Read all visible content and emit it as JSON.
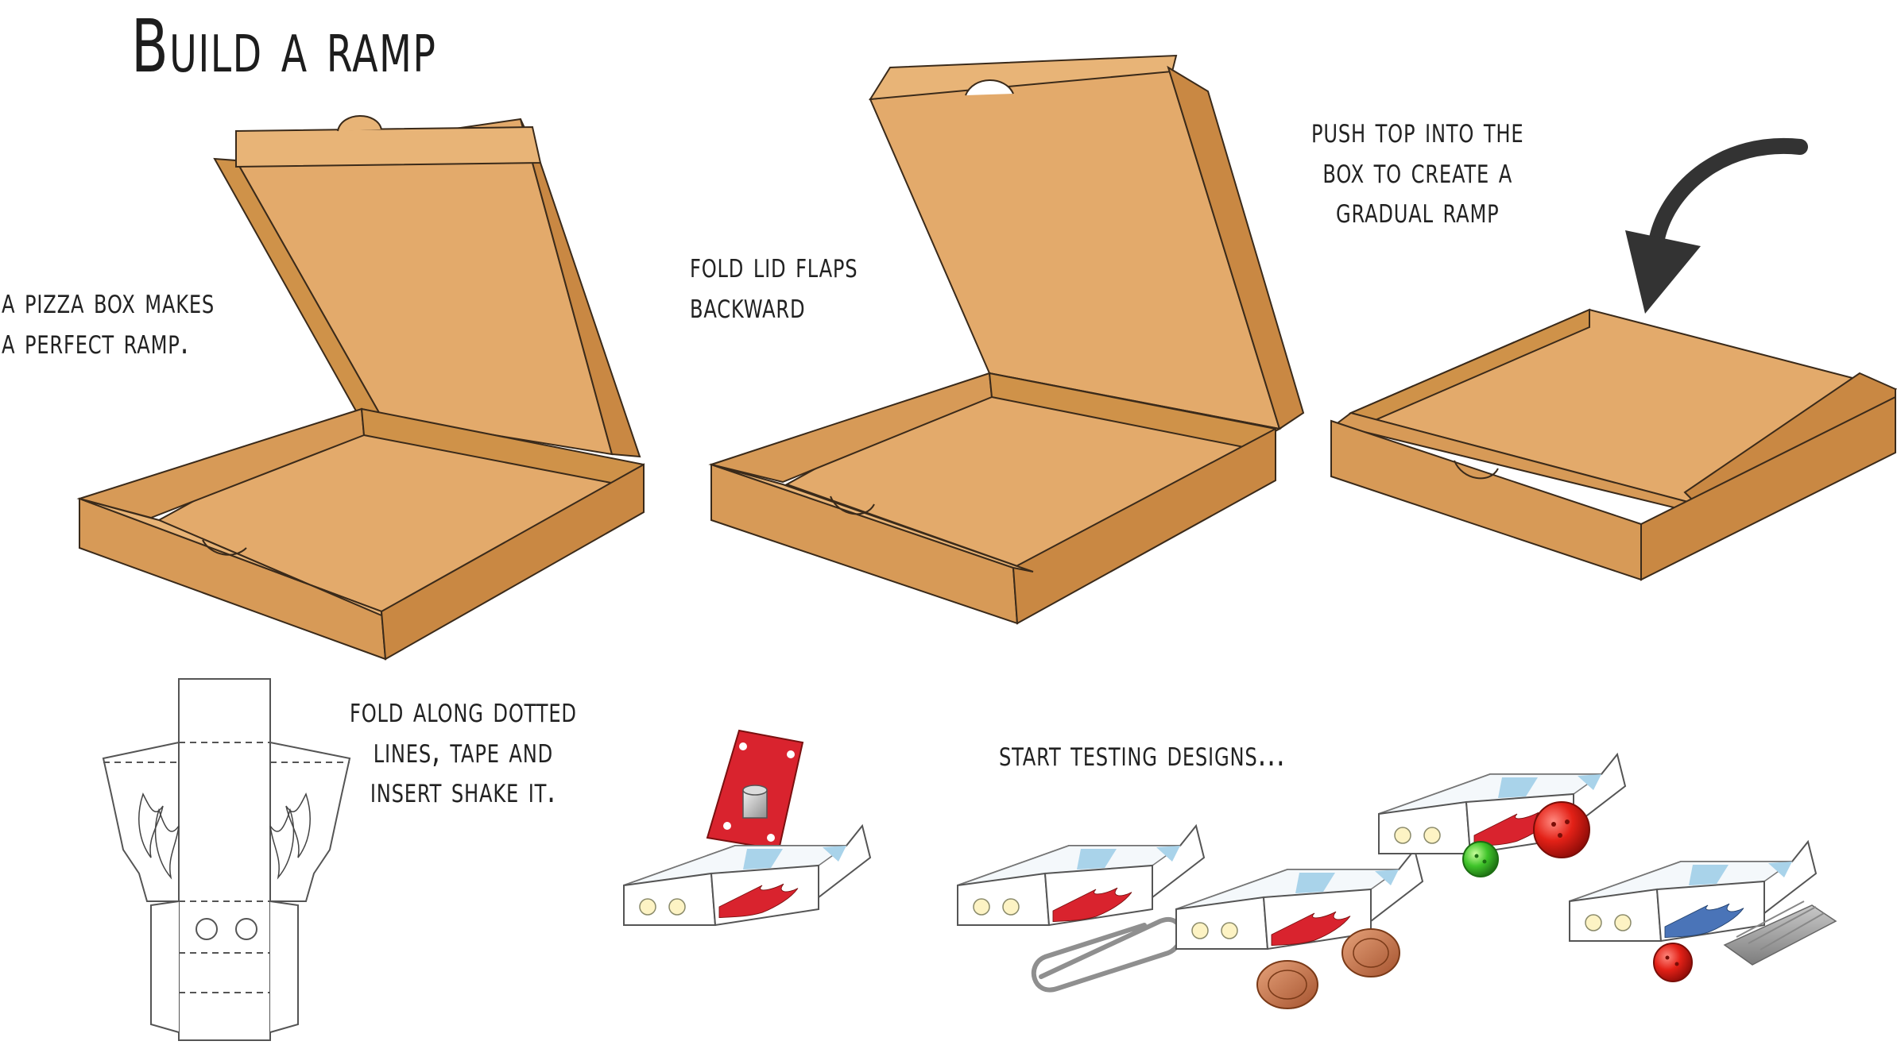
{
  "title": "Build a ramp",
  "captions": {
    "step1": [
      "A pizza box makes",
      "a perfect ramp."
    ],
    "step2": [
      "Fold lid flaps",
      "backward"
    ],
    "step3": [
      "Push top into the",
      "box to create a",
      "gradual ramp"
    ],
    "step4": [
      "Fold along dotted",
      "lines, tape and",
      "insert shake it."
    ],
    "step5": [
      "Start testing designs..."
    ]
  },
  "colors": {
    "cardboard_light": "#e3aa6b",
    "cardboard_mid": "#d79a57",
    "cardboard_dark": "#c98843",
    "outline": "#3a2a1a",
    "flame_red": "#d9232e",
    "flame_blue": "#4a74b8",
    "window_blue": "#a9d3ea",
    "wheel_yellow": "#fdf3c4",
    "arrow": "#333333"
  },
  "icons": {
    "arrow": "curved-arrow-icon",
    "paperclip": "paperclip-icon",
    "penny": "penny-icon",
    "bead": "bead-icon",
    "brush": "brush-icon",
    "board": "shake-it-board-icon"
  }
}
